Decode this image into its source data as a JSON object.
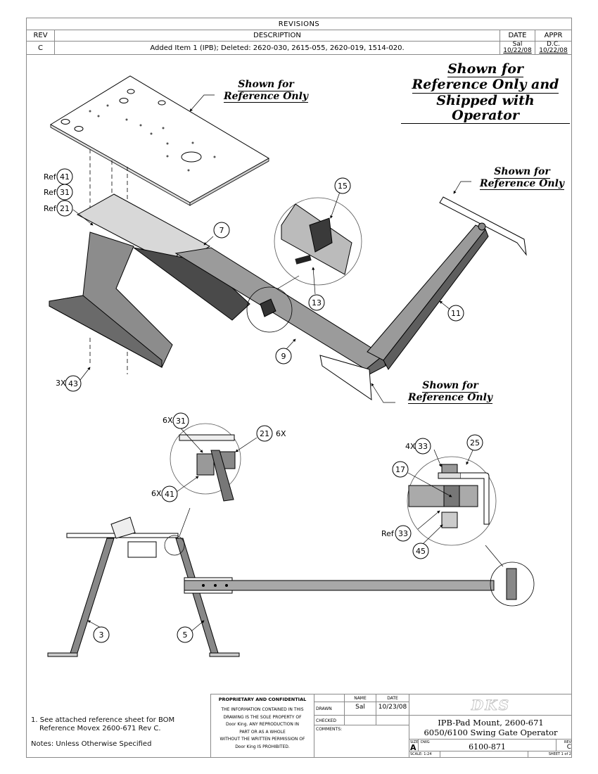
{
  "revisions": {
    "title": "REVISIONS",
    "headers": {
      "rev": "REV",
      "description": "DESCRIPTION",
      "date": "DATE",
      "appr": "APPR"
    },
    "rows": [
      {
        "rev": "C",
        "description": "Added Item 1 (IPB); Deleted: 2620-030, 2615-055, 2620-019, 1514-020.",
        "date_name": "Sal",
        "date": "10/22/08",
        "appr_name": "D.C.",
        "appr_date": "10/22/08"
      }
    ]
  },
  "annotations": {
    "main_ref": [
      "Shown for",
      "Reference Only and",
      "Shipped with Operator"
    ],
    "pad_ref": [
      "Shown for",
      "Reference Only"
    ],
    "bracket_ref": [
      "Shown for",
      "Reference Only"
    ],
    "arm_end_ref": [
      "Shown for",
      "Reference Only"
    ]
  },
  "balloons": {
    "b41": {
      "prefix": "Ref",
      "num": "41"
    },
    "b31": {
      "prefix": "Ref",
      "num": "31"
    },
    "b21": {
      "prefix": "Ref",
      "num": "21"
    },
    "b7": {
      "num": "7"
    },
    "b15": {
      "num": "15"
    },
    "b13": {
      "num": "13"
    },
    "b11": {
      "num": "11"
    },
    "b9": {
      "num": "9"
    },
    "b43": {
      "prefix": "3X",
      "num": "43"
    },
    "d31": {
      "prefix": "6X",
      "num": "31"
    },
    "d21": {
      "suffix": "6X",
      "num": "21"
    },
    "d41": {
      "prefix": "6X",
      "num": "41"
    },
    "e33": {
      "prefix": "4X",
      "num": "33"
    },
    "e25": {
      "num": "25"
    },
    "e17": {
      "num": "17"
    },
    "e33ref": {
      "prefix": "Ref",
      "num": "33"
    },
    "e45": {
      "num": "45"
    },
    "f3": {
      "num": "3"
    },
    "f5": {
      "num": "5"
    }
  },
  "notes": {
    "line1": "1. See attached reference sheet for BOM",
    "line2": "Reference Movex 2600-671 Rev C.",
    "line3": "Notes: Unless Otherwise Specified"
  },
  "title_block": {
    "proprietary_heading": "PROPRIETARY AND CONFIDENTIAL",
    "proprietary_body": [
      "THE INFORMATION CONTAINED IN THIS",
      "DRAWING IS THE SOLE PROPERTY OF",
      "Door King. ANY REPRODUCTION IN",
      "PART OR AS A WHOLE",
      "WITHOUT THE WRITTEN PERMISSION OF",
      "Door King IS PROHIBITED."
    ],
    "name_header": "NAME",
    "date_header": "DATE",
    "drawn_label": "DRAWN",
    "drawn_name": "Sal",
    "drawn_date": "10/23/08",
    "checked_label": "CHECKED",
    "comments_label": "COMMENTS:",
    "logo": "DKS",
    "title_line1": "IPB-Pad Mount, 2600-671",
    "title_line2": "6050/6100 Swing Gate Operator",
    "size_label": "SIZE",
    "size": "A",
    "dwg_label": "DWG",
    "dwg_no": "6100-871",
    "rev_label": "REV",
    "rev": "C",
    "scale": "SCALE: 1:24",
    "sheet": "SHEET 1 of 2"
  }
}
